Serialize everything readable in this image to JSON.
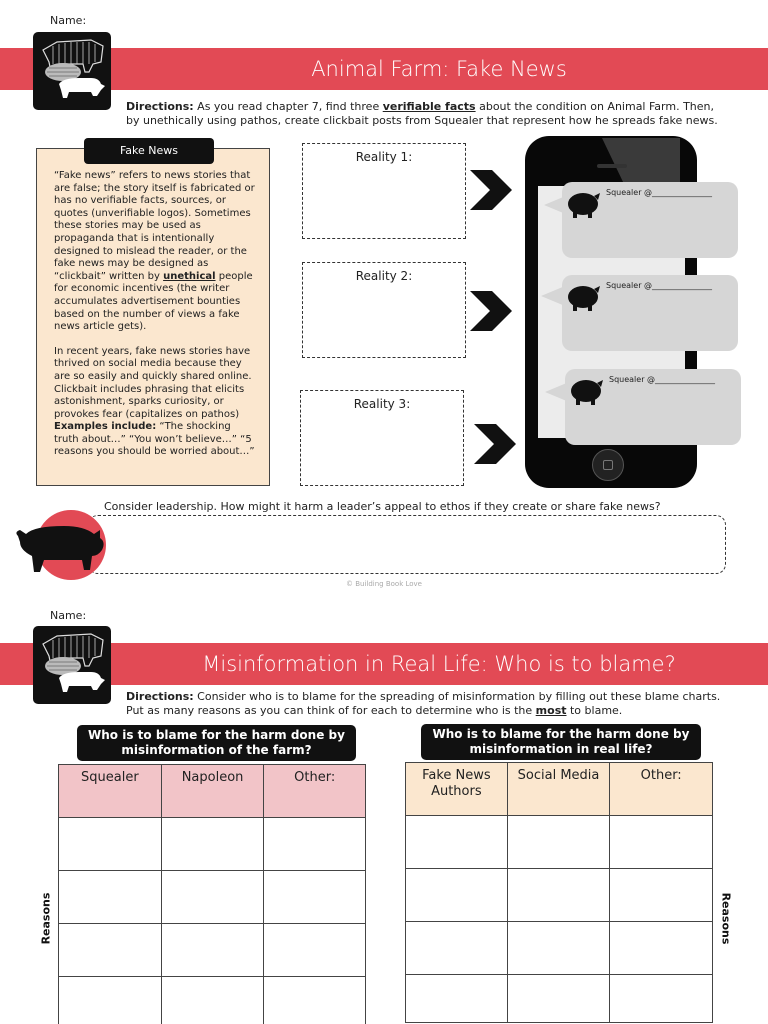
{
  "page1": {
    "name_label": "Name:",
    "title": "Animal Farm: Fake News",
    "directions": {
      "lead": "Directions:",
      "text_a": " As you read chapter 7, find three ",
      "emphasis": "verifiable facts",
      "text_b": " about the condition on Animal Farm. Then, by unethically using pathos, create clickbait posts from Squealer that represent how he spreads fake news."
    },
    "fake_news": {
      "tab": "Fake News",
      "para1_a": "“Fake news” refers to news stories that are false; the story itself is fabricated or has no verifiable facts, sources, or quotes (unverifiable logos). Sometimes these stories may be used as propaganda that is intentionally designed to mislead the reader, or the fake news may be designed as “clickbait” written by ",
      "para1_em": "unethical",
      "para1_b": " people for economic incentives (the writer accumulates advertisement bounties based on the number of views a fake news article gets).",
      "para2_a": "In recent years, fake news stories have thrived on social media because they are so easily and quickly shared online. Clickbait includes phrasing that elicits astonishment, sparks curiosity, or provokes fear (capitalizes on pathos) ",
      "para2_em": "Examples include:",
      "para2_b": " “The shocking truth about…” “You won’t believe…” “5 reasons you should be worried about…”"
    },
    "realities": [
      "Reality 1:",
      "Reality 2:",
      "Reality 3:"
    ],
    "squealer_handle": "Squealer @_______________",
    "question": "Consider leadership. How might it harm a leader’s appeal to ethos if they create or share fake news?",
    "copyright": "© Building Book Love"
  },
  "page2": {
    "name_label": "Name:",
    "title": "Misinformation in Real Life: Who is to blame?",
    "directions": {
      "lead": "Directions:",
      "text_a": " Consider who is to blame for the spreading of misinformation by filling out these blame charts. Put as many reasons as you can think of for each to determine who is the ",
      "emphasis": "most",
      "text_b": " to blame."
    },
    "left_chart": {
      "heading": "Who is to blame for the harm done by misinformation of the farm?",
      "columns": [
        "Squealer",
        "Napoleon",
        "Other:"
      ]
    },
    "right_chart": {
      "heading": "Who is to blame for the harm done by misinformation in real life?",
      "columns": [
        "Fake News Authors",
        "Social Media",
        "Other:"
      ]
    },
    "reasons_label": "Reasons"
  },
  "colors": {
    "banner": "#e24a55",
    "fake_news_box": "#fbe7cf",
    "left_header_fill": "#f2c4c8",
    "right_header_fill": "#fbe7cf"
  }
}
